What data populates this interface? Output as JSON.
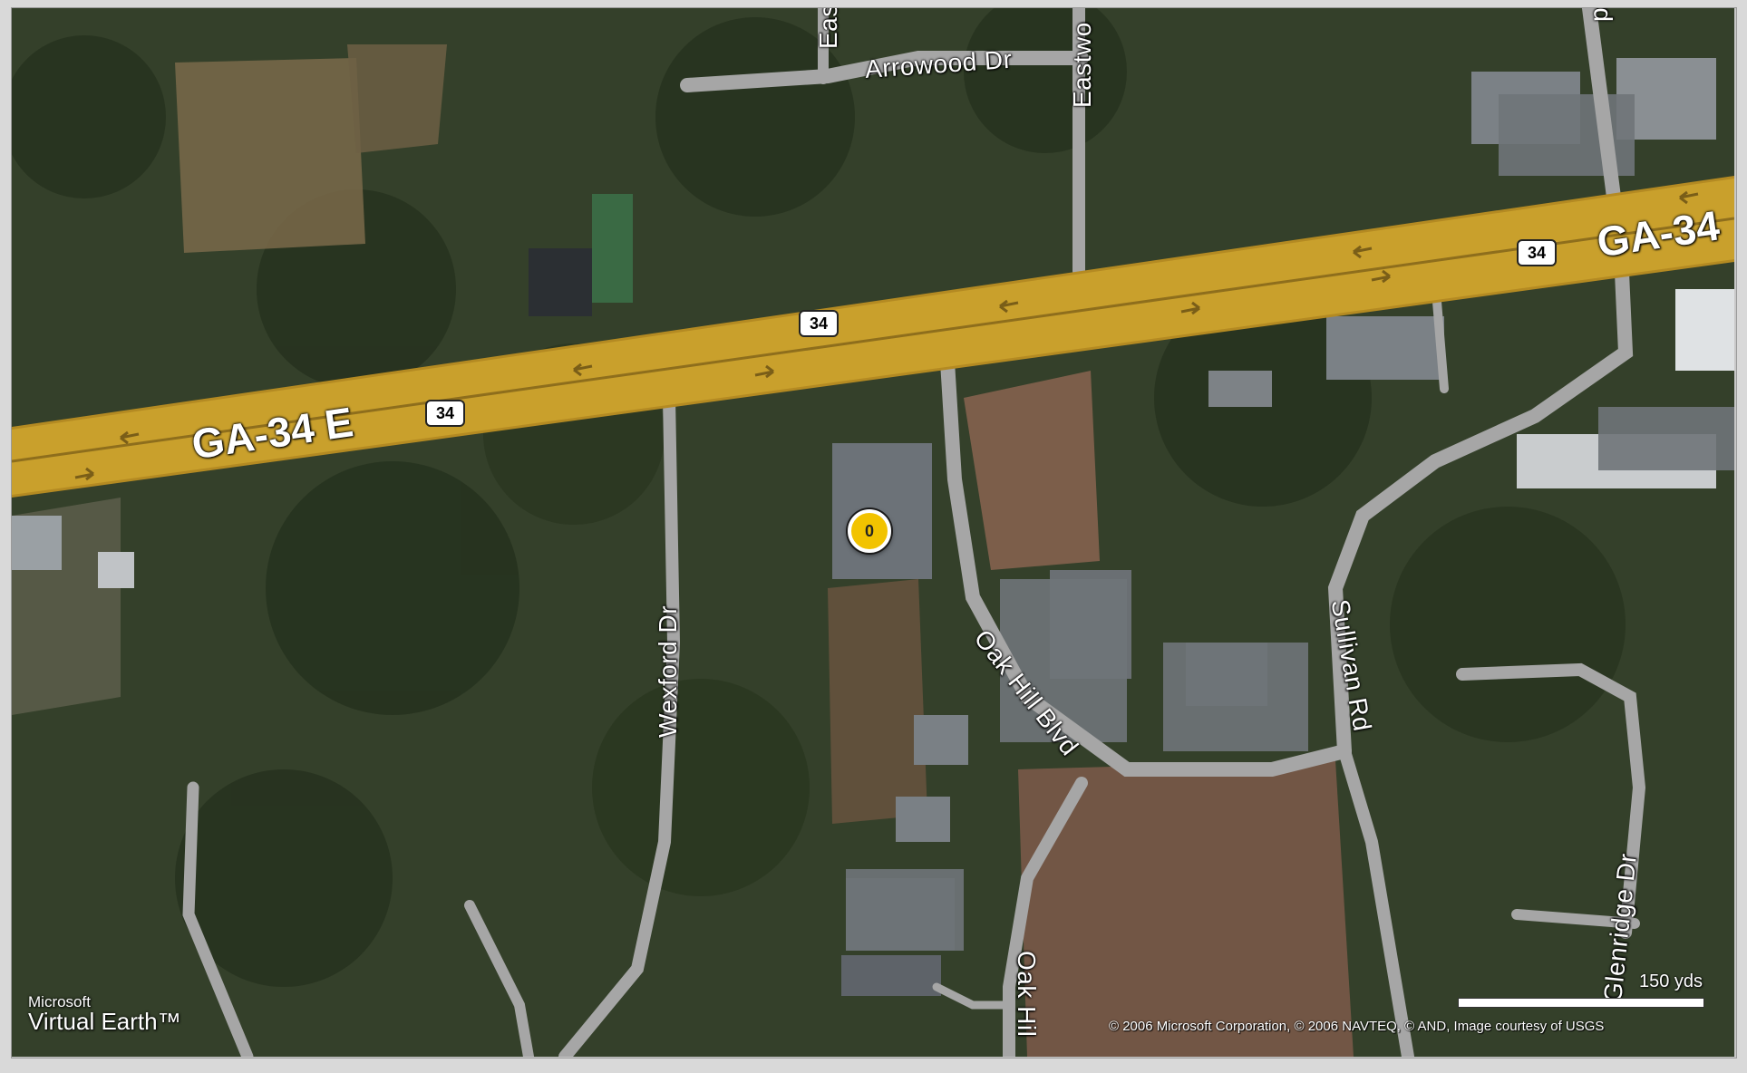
{
  "map": {
    "highway": {
      "label_main": "GA-34 E",
      "label_right": "GA-34",
      "shields": [
        "34",
        "34",
        "34"
      ]
    },
    "streets": {
      "arrowood": "Arrowood Dr",
      "eas": "Eas",
      "eastwo": "Eastwo",
      "wexford": "Wexford Dr",
      "oak_hill_blvd": "Oak Hill Blvd",
      "oak_hill": "Oak Hil",
      "sullivan": "Sullivan Rd",
      "glenridge": "Glenridge Dr",
      "top_right": "p"
    },
    "marker": {
      "label": "0",
      "icon": "location-pin-icon"
    },
    "scale": {
      "label": "150 yds"
    },
    "copyright": "© 2006 Microsoft Corporation, © 2006 NAVTEQ, © AND, Image courtesy of USGS",
    "logo": {
      "line1": "Microsoft",
      "line2": "Virtual Earth™"
    },
    "colors": {
      "highway": "#c9a02c",
      "road": "#a8a8a8",
      "vegetation": "#2f3d24",
      "clearing": "#8a6a50",
      "marker": "#f2c300"
    }
  }
}
